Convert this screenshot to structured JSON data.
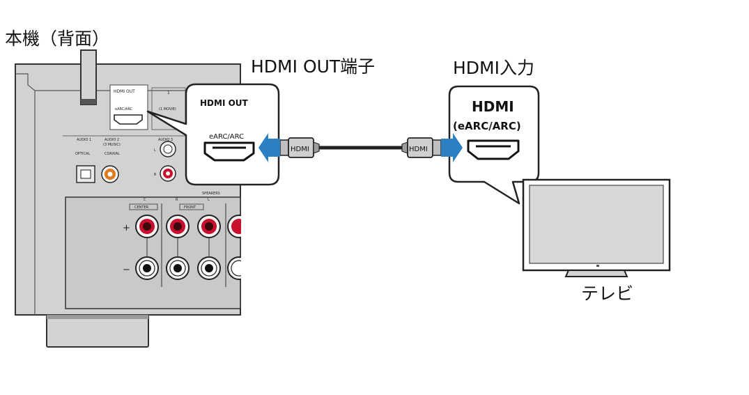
{
  "labels": {
    "unit_back": "本機（背面）",
    "hdmi_out_terminal": "HDMI OUT端子",
    "hdmi_input": "HDMI入力",
    "tv": "テレビ"
  },
  "receiver_callout": {
    "title": "HDMI OUT",
    "port_label": "eARC/ARC"
  },
  "tv_callout": {
    "title": "HDMI",
    "subtitle": "(eARC/ARC)"
  },
  "cable": {
    "left_plug_label": "HDMI",
    "right_plug_label": "HDMI"
  },
  "receiver_panel": {
    "hdmi_out": "HDMI OUT",
    "earc_arc": "eARC/ARC",
    "slot_1": "1",
    "slot_1_sub": "(1 MOVIE)",
    "audio_1": "AUDIO 1",
    "optical": "OPTICAL",
    "audio_2": "AUDIO 2",
    "audio_2_sub": "(3 MUSIC)",
    "coaxial": "COAXIAL",
    "audio_3": "AUDIO 3",
    "speakers": "SPEAKERS",
    "center": "CENTER",
    "front": "FRONT",
    "c_mark": "C",
    "r_mark": "R",
    "l_mark": "L",
    "plus": "+",
    "minus": "−",
    "l_jack": "L",
    "r_jack": "R"
  },
  "colors": {
    "arrow_blue": "#2c7fc1",
    "panel_gray": "#d4d4d4",
    "binding_red": "#c8102e",
    "coax_orange": "#e07a1f",
    "tv_screen": "#d8d8d8"
  }
}
